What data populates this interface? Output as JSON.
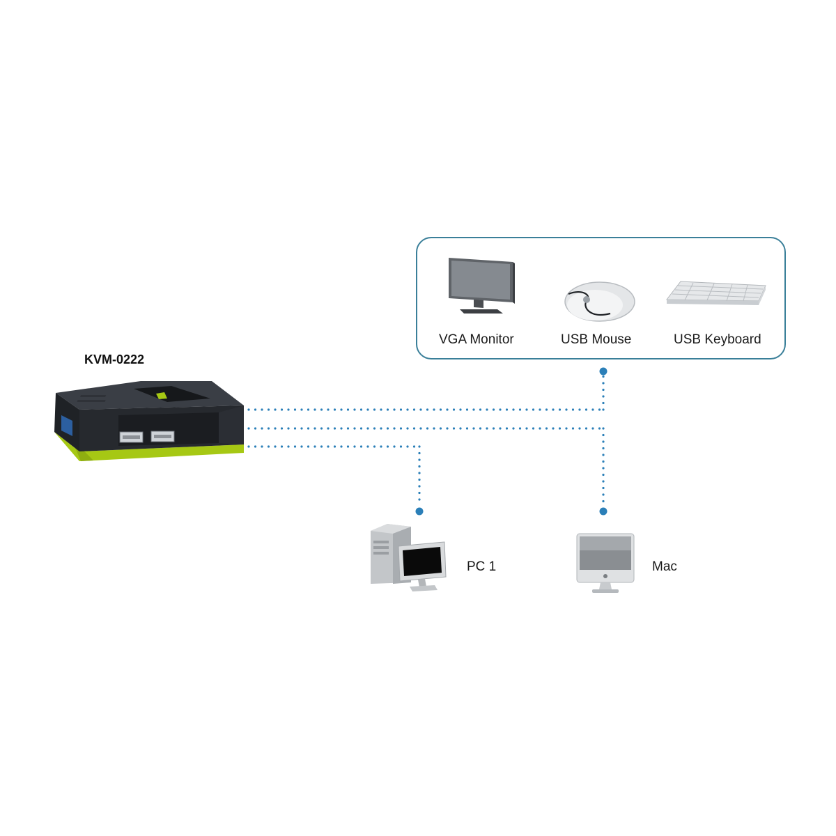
{
  "device": {
    "name": "KVM-0222"
  },
  "peripherals": [
    {
      "id": "monitor",
      "label": "VGA Monitor",
      "icon": "monitor-icon"
    },
    {
      "id": "mouse",
      "label": "USB Mouse",
      "icon": "mouse-icon"
    },
    {
      "id": "keyboard",
      "label": "USB Keyboard",
      "icon": "keyboard-icon"
    }
  ],
  "computers": [
    {
      "id": "pc1",
      "label": "PC 1",
      "icon": "desktop-pc-icon"
    },
    {
      "id": "mac",
      "label": "Mac",
      "icon": "imac-icon"
    }
  ],
  "colors": {
    "connector_dots": "#2b7fb8",
    "box_border": "#3a7f99",
    "device_body": "#2a2d33",
    "device_accent": "#a6c814"
  }
}
